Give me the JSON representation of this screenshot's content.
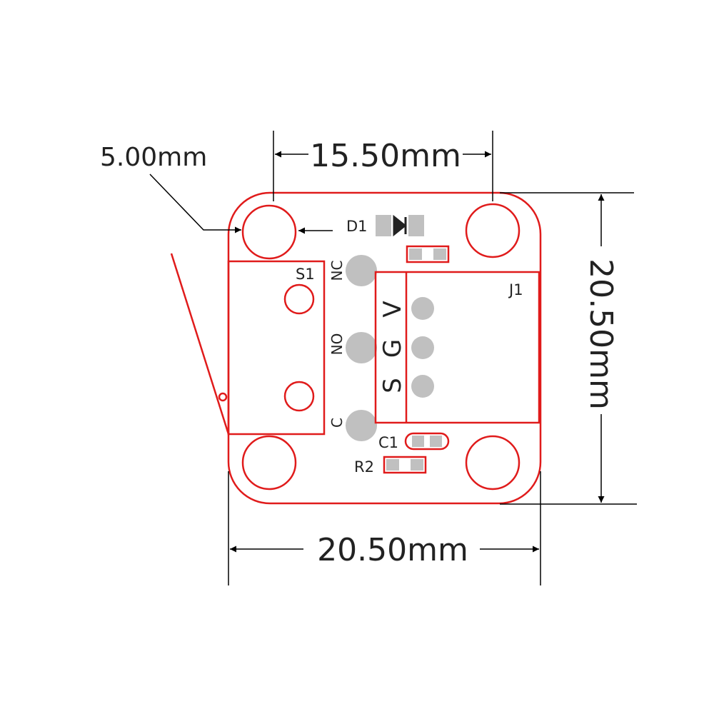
{
  "dimensions": {
    "hole_diameter": "5.00mm",
    "hole_spacing": "15.50mm",
    "board_height": "20.50mm",
    "board_width": "20.50mm"
  },
  "labels": {
    "d1": "D1",
    "s1": "S1",
    "j1": "J1",
    "c1": "C1",
    "r2": "R2",
    "nc": "NC",
    "no": "NO",
    "c": "C",
    "v": "V",
    "g": "G",
    "s": "S"
  },
  "colors": {
    "outline": "#e01b1b",
    "pad": "#c0c0c0",
    "dimension": "#000000",
    "text": "#222222"
  }
}
